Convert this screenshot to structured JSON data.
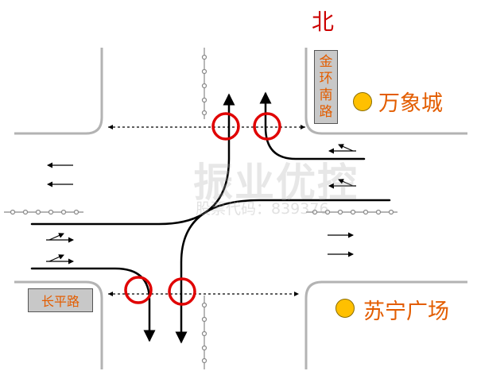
{
  "direction_label": "北",
  "street_vertical": [
    "金",
    "环",
    "南",
    "路"
  ],
  "street_horizontal": "长平路",
  "poi_northeast": "万象城",
  "poi_southeast": "苏宁广场",
  "watermark": {
    "main": "振业优控",
    "sub": "股票代码：839376"
  },
  "colors": {
    "road_edge": "#b3b3b3",
    "conflict_circle": "#e00000",
    "label_text": "#e35d00",
    "north_text": "#cc0000",
    "poi_marker": "#ffc000",
    "label_box": "#c8c8c8"
  }
}
